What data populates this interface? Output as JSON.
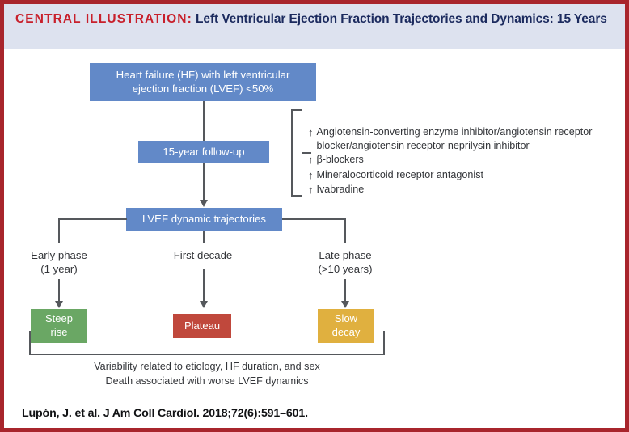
{
  "header": {
    "kicker": "CENTRAL ILLUSTRATION:",
    "title": " Left Ventricular Ejection Fraction Trajectories and Dynamics: 15 Years",
    "kicker_color": "#c8202c",
    "title_color": "#1b2a5e",
    "band_color": "#dde2ef",
    "frame_color": "#a8252c"
  },
  "diagram": {
    "type": "flowchart",
    "nodes": {
      "hf": {
        "label": "Heart failure (HF) with left ventricular ejection fraction (LVEF) <50%",
        "line1": "Heart failure (HF) with left ventricular",
        "line2": "ejection fraction (LVEF) <50%",
        "color": "#6289c8"
      },
      "followup": {
        "label": "15-year follow-up",
        "color": "#6289c8"
      },
      "trajectories": {
        "label": "LVEF dynamic trajectories",
        "color": "#6289c8"
      },
      "steep": {
        "label": "Steep rise",
        "line1": "Steep",
        "line2": "rise",
        "color": "#6aa764"
      },
      "plateau": {
        "label": "Plateau",
        "color": "#c0483c"
      },
      "slow": {
        "label": "Slow decay",
        "line1": "Slow",
        "line2": "decay",
        "color": "#e0b03f"
      }
    },
    "phases": [
      {
        "line1": "Early phase",
        "line2": "(1 year)"
      },
      {
        "line1": "First decade",
        "line2": ""
      },
      {
        "line1": "Late phase",
        "line2": "(>10 years)"
      }
    ],
    "medications": [
      {
        "arrow": "↑",
        "text": "Angiotensin-converting enzyme inhibitor/angiotensin receptor blocker/angiotensin receptor-neprilysin inhibitor"
      },
      {
        "arrow": "↑",
        "text": "β-blockers"
      },
      {
        "arrow": "↑",
        "text": "Mineralocorticoid receptor antagonist"
      },
      {
        "arrow": "↑",
        "text": "Ivabradine"
      }
    ],
    "footer_notes": [
      "Variability related to etiology, HF duration, and sex",
      "Death associated with worse LVEF dynamics"
    ]
  },
  "citation": "Lupón, J. et al. J Am Coll Cardiol. 2018;72(6):591–601."
}
